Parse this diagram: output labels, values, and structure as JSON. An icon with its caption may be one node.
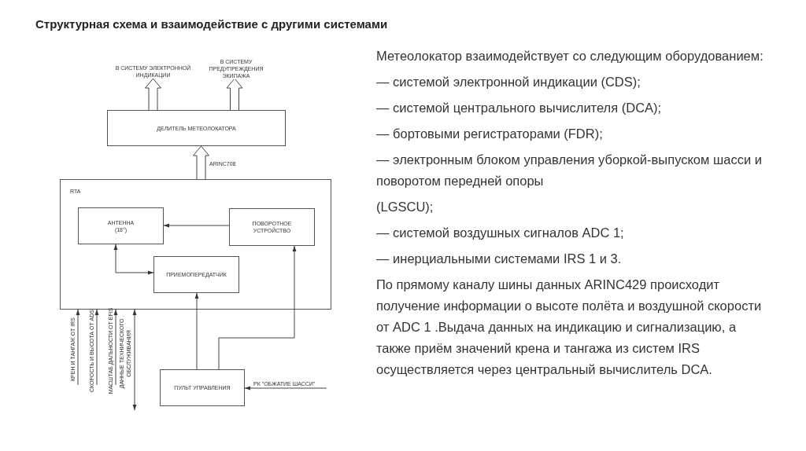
{
  "diagram": {
    "title": "Структурная схема и взаимодействие с другими системами",
    "nodes": [
      {
        "text": [
          "ДЕЛИТЕЛЬ МЕТЕОЛОКАТОРА"
        ]
      },
      {
        "text": [
          "RTA"
        ]
      },
      {
        "text": [
          "АНТЕННА (18°)"
        ],
        "in": 1
      },
      {
        "text": [
          "ПОВОРОТНОЕ УСТРОЙСТВО"
        ],
        "in": 1
      },
      {
        "text": [
          "ПРИЕМОПЕРЕДАТЧИК"
        ],
        "in": 1
      },
      {
        "text": [
          "ПУЛЬТ УПРАВЛЕНИЯ"
        ]
      }
    ],
    "edges": [
      {
        "from": 0,
        "to": null,
        "arrow": "to",
        "label": "В СИСТЕМУ ЭЛЕКТРОННОЙ ИНДИКАЦИИ",
        "style": "thick"
      },
      {
        "from": 0,
        "to": null,
        "arrow": "to",
        "label": "В СИСТЕМУ ПРЕДУПРЕЖДЕНИЯ ЭКИПАЖА",
        "style": "thick"
      },
      {
        "from": 1,
        "to": 0,
        "arrow": "to",
        "label": "ARINC708",
        "style": "thick"
      },
      {
        "from": 3,
        "to": 2,
        "arrow": "to"
      },
      {
        "from": 2,
        "to": 4,
        "arrow": "both"
      },
      {
        "from": 5,
        "to": 4,
        "arrow": "to"
      },
      {
        "from": 5,
        "to": 3,
        "arrow": "to"
      },
      {
        "from": null,
        "to": 5,
        "arrow": "to",
        "label": "РК \"ОБЖАТИЕ ШАССИ\""
      },
      {
        "from": null,
        "to": 1,
        "arrow": "to",
        "label": "КРЕН И ТАНГАЖ ОТ IRS"
      },
      {
        "from": null,
        "to": 1,
        "arrow": "to",
        "label": "СКОРОСТЬ И ВЫСОТА ОТ ADS"
      },
      {
        "from": null,
        "to": 1,
        "arrow": "to",
        "label": "МАСШТАБ ДАЛЬНОСТИ ОТ EFIS"
      },
      {
        "from": 1,
        "to": null,
        "arrow": "both",
        "label": "ДАННЫЕ ТЕХНИЧЕСКОГО ОБСЛУЖИВАНИЯ"
      }
    ],
    "labels": [
      "Метеолокатор взаимодействует со следующим оборудованием:",
      "— системой электронной индикации (CDS);",
      "— системой центрального вычислителя (DCA);",
      "— бортовыми регистраторами (FDR);",
      "— электронным блоком управления уборкой-выпуском шасси и поворотом передней опоры",
      "(LGSCU);",
      "— системой воздушных сигналов ADC 1;",
      "— инерциальными системами IRS 1 и 3.",
      "По прямому каналу шины данных ARINC429 происходит получение информации о высоте полёта и воздушной скорости от ADC 1 .Выдача данных на индикацию и сигнализацию, а также приём значений крена и тангажа из систем IRS осуществляется через центральный вычислитель DCA."
    ]
  }
}
